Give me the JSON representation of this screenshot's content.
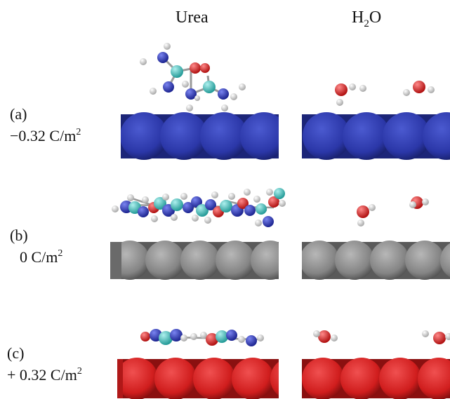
{
  "columns": {
    "urea": "Urea",
    "water_main": "H",
    "water_sub": "2",
    "water_tail": "O"
  },
  "rows": [
    {
      "tag": "(a)",
      "charge": "−0.32 C/m",
      "exp": "2",
      "surface_color": "#2e3a9e"
    },
    {
      "tag": "(b)",
      "charge": "0 C/m",
      "exp": "2",
      "surface_color": "#8a8a8a"
    },
    {
      "tag": "(c)",
      "charge": "+ 0.32 C/m",
      "exp": "2",
      "surface_color": "#cf2020"
    }
  ],
  "atom_colors": {
    "carbon": "#3bb3b0",
    "nitrogen": "#2b35b5",
    "oxygen": "#d42020",
    "hydrogen": "#e8e8e8"
  }
}
